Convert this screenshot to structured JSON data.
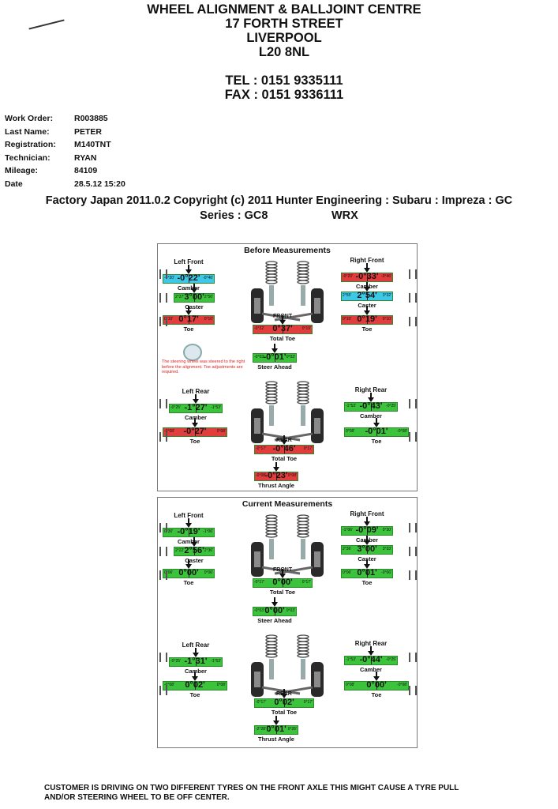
{
  "header": {
    "line1": "WHEEL ALIGNMENT & BALLJOINT CENTRE",
    "line2": "17 FORTH STREET",
    "line3": "LIVERPOOL",
    "line4": "L20 8NL",
    "tel": "TEL : 0151 9335111",
    "fax": "FAX : 0151 9336111"
  },
  "info": [
    {
      "label": "Work Order:",
      "value": "R003885"
    },
    {
      "label": "Last Name:",
      "value": "PETER"
    },
    {
      "label": "Registration:",
      "value": "M140TNT"
    },
    {
      "label": "Technician:",
      "value": "RYAN"
    },
    {
      "label": "Mileage:",
      "value": "84109"
    },
    {
      "label": "Date",
      "value": "28.5.12 15:20"
    }
  ],
  "factory": {
    "line1": "Factory Japan 2011.0.2 Copyright (c) 2011 Hunter Engineering : Subaru : Impreza : GC",
    "line2": "Series : GC8                    WRX"
  },
  "before": {
    "title": "Before Measurements",
    "front_tag": "FRONT",
    "rear_tag": "REAR",
    "note": "The steering wheel was steered to the right before the alignment. Toe adjustments are required.",
    "left_front": {
      "title": "Left Front",
      "camber": {
        "label": "Camber",
        "value": "-0°22'",
        "min": "-0°20'",
        "max": "-0°46'",
        "color": "#3ec8e8"
      },
      "caster": {
        "label": "Caster",
        "value": "3°00'",
        "min": "2°27'",
        "max": "2°56'",
        "color": "#3bc43b"
      },
      "toe": {
        "label": "Toe",
        "value": "0°17'",
        "min": "0°10'",
        "max": "0°10'",
        "color": "#e23d3d"
      }
    },
    "right_front": {
      "title": "Right Front",
      "camber": {
        "label": "Camber",
        "value": "-0°33'",
        "min": "-0°20'",
        "max": "-0°46'",
        "color": "#e23d3d"
      },
      "caster": {
        "label": "Caster",
        "value": "2°54'",
        "min": "2°55'",
        "max": "3°32'",
        "color": "#3ec8e8"
      },
      "toe": {
        "label": "Toe",
        "value": "0°19'",
        "min": "0°10'",
        "max": "0°10'",
        "color": "#e23d3d"
      }
    },
    "total_toe": {
      "label": "Total Toe",
      "value": "0°37'",
      "min": "-0°22'",
      "max": "0°19'",
      "color": "#e23d3d"
    },
    "steer_ahead": {
      "label": "Steer Ahead",
      "value": "-0°01'",
      "min": "-0°03'",
      "max": "0°03'",
      "color": "#3bc43b"
    },
    "left_rear": {
      "title": "Left Rear",
      "camber": {
        "label": "Camber",
        "value": "-1°27'",
        "min": "-0°25'",
        "max": "-1°53'",
        "color": "#3bc43b"
      },
      "toe": {
        "label": "Toe",
        "value": "-0°27'",
        "min": "-0°08'",
        "max": "0°08'",
        "color": "#e23d3d"
      }
    },
    "right_rear": {
      "title": "Right Rear",
      "camber": {
        "label": "Camber",
        "value": "-0°43'",
        "min": "-1°53'",
        "max": "-0°25'",
        "color": "#3bc43b"
      },
      "toe": {
        "label": "Toe",
        "value": "-0°01'",
        "min": "0°08'",
        "max": "-0°08'",
        "color": "#3bc43b"
      }
    },
    "rear_total_toe": {
      "label": "Total Toe",
      "value": "-0°46'",
      "min": "-0°17'",
      "max": "0°17'",
      "color": "#e23d3d"
    },
    "thrust_angle": {
      "label": "Thrust Angle",
      "value": "-0°23'",
      "min": "-0°08'",
      "max": "0°08'",
      "color": "#e23d3d"
    }
  },
  "current": {
    "title": "Current Measurements",
    "front_tag": "FRONT",
    "rear_tag": "REAR",
    "left_front": {
      "title": "Left Front",
      "camber": {
        "label": "Camber",
        "value": "-0°19'",
        "min": "0°30'",
        "max": "-1°06'",
        "color": "#3bc43b"
      },
      "caster": {
        "label": "Caster",
        "value": "2°56'",
        "min": "2°22'",
        "max": "2°36'",
        "color": "#3bc43b"
      },
      "toe": {
        "label": "Toe",
        "value": "0°00'",
        "min": "0°06'",
        "max": "0°06'",
        "color": "#3bc43b"
      }
    },
    "right_front": {
      "title": "Right Front",
      "camber": {
        "label": "Camber",
        "value": "-0°09'",
        "min": "-1°06'",
        "max": "0°30'",
        "color": "#3bc43b"
      },
      "caster": {
        "label": "Caster",
        "value": "3°00'",
        "min": "2°36'",
        "max": "3°33'",
        "color": "#3bc43b"
      },
      "toe": {
        "label": "Toe",
        "value": "0°01'",
        "min": "0°06'",
        "max": "-0°06'",
        "color": "#3bc43b"
      }
    },
    "total_toe": {
      "label": "Total Toe",
      "value": "0°00'",
      "min": "-0°17'",
      "max": "0°17'",
      "color": "#3bc43b"
    },
    "steer_ahead": {
      "label": "Steer Ahead",
      "value": "0°00'",
      "min": "-0°03'",
      "max": "0°03'",
      "color": "#3bc43b"
    },
    "left_rear": {
      "title": "Left Rear",
      "camber": {
        "label": "Camber",
        "value": "-1°31'",
        "min": "-0°25'",
        "max": "-1°53'",
        "color": "#3bc43b"
      },
      "toe": {
        "label": "Toe",
        "value": "0°02'",
        "min": "-0°08'",
        "max": "0°08'",
        "color": "#3bc43b"
      }
    },
    "right_rear": {
      "title": "Right Rear",
      "camber": {
        "label": "Camber",
        "value": "-0°44'",
        "min": "-1°53'",
        "max": "-0°25'",
        "color": "#3bc43b"
      },
      "toe": {
        "label": "Toe",
        "value": "0°00'",
        "min": "0°08'",
        "max": "-0°08'",
        "color": "#3bc43b"
      }
    },
    "rear_total_toe": {
      "label": "Total Toe",
      "value": "0°02'",
      "min": "-0°17'",
      "max": "0°17'",
      "color": "#3bc43b"
    },
    "thrust_angle": {
      "label": "Thrust Angle",
      "value": "0°01'",
      "min": "-2°28'",
      "max": "0°26'",
      "color": "#3bc43b"
    }
  },
  "footer": {
    "line1": "CUSTOMER IS DRIVING ON TWO DIFFERENT TYRES ON THE FRONT AXLE THIS MIGHT CAUSE A TYRE PULL",
    "line2": "AND/OR STEERING WHEEL TO BE OFF CENTER."
  }
}
